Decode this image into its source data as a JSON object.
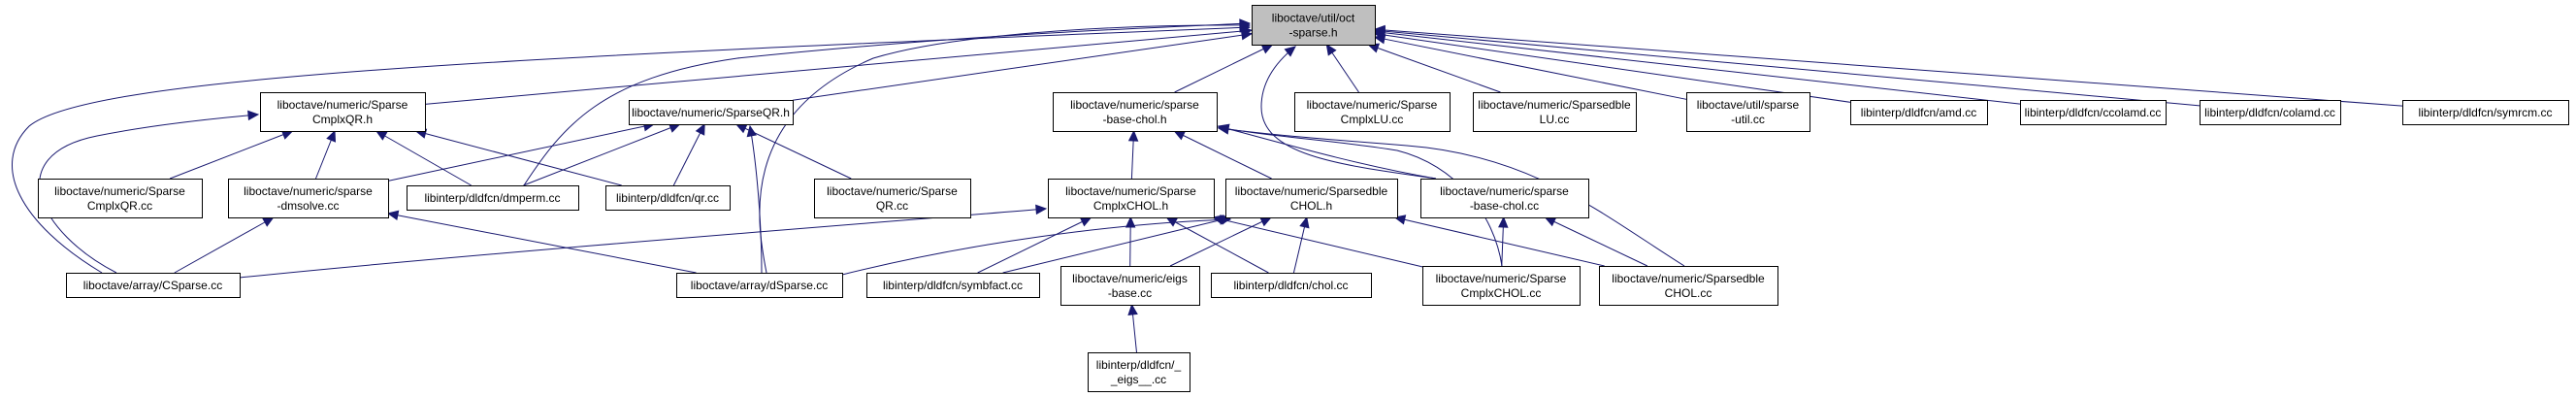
{
  "diagram": {
    "type": "include-dependency-graph",
    "root": "oct_sparse_h",
    "nodes": [
      {
        "id": "oct_sparse_h",
        "lines": [
          "liboctave/util/oct",
          "-sparse.h"
        ],
        "root": true
      },
      {
        "id": "SparseCmplxQR_h",
        "lines": [
          "liboctave/numeric/Sparse",
          "CmplxQR.h"
        ]
      },
      {
        "id": "SparseQR_h",
        "lines": [
          "liboctave/numeric/SparseQR.h"
        ]
      },
      {
        "id": "sparse_base_chol_h",
        "lines": [
          "liboctave/numeric/sparse",
          "-base-chol.h"
        ]
      },
      {
        "id": "SparseCmplxLU_cc",
        "lines": [
          "liboctave/numeric/Sparse",
          "CmplxLU.cc"
        ]
      },
      {
        "id": "SparsedbleLU_cc",
        "lines": [
          "liboctave/numeric/Sparsedble",
          "LU.cc"
        ]
      },
      {
        "id": "sparse_util_cc",
        "lines": [
          "liboctave/util/sparse",
          "-util.cc"
        ]
      },
      {
        "id": "amd_cc",
        "lines": [
          "libinterp/dldfcn/amd.cc"
        ]
      },
      {
        "id": "ccolamd_cc",
        "lines": [
          "libinterp/dldfcn/ccolamd.cc"
        ]
      },
      {
        "id": "colamd_cc",
        "lines": [
          "libinterp/dldfcn/colamd.cc"
        ]
      },
      {
        "id": "symrcm_cc",
        "lines": [
          "libinterp/dldfcn/symrcm.cc"
        ]
      },
      {
        "id": "SparseCmplxQR_cc",
        "lines": [
          "liboctave/numeric/Sparse",
          "CmplxQR.cc"
        ]
      },
      {
        "id": "sparse_dmsolve_cc",
        "lines": [
          "liboctave/numeric/sparse",
          "-dmsolve.cc"
        ]
      },
      {
        "id": "dmperm_cc",
        "lines": [
          "libinterp/dldfcn/dmperm.cc"
        ]
      },
      {
        "id": "qr_cc",
        "lines": [
          "libinterp/dldfcn/qr.cc"
        ]
      },
      {
        "id": "SparseQR_cc",
        "lines": [
          "liboctave/numeric/Sparse",
          "QR.cc"
        ]
      },
      {
        "id": "SparseCmplxCHOL_h",
        "lines": [
          "liboctave/numeric/Sparse",
          "CmplxCHOL.h"
        ]
      },
      {
        "id": "SparsedbleCHOL_h",
        "lines": [
          "liboctave/numeric/Sparsedble",
          "CHOL.h"
        ]
      },
      {
        "id": "sparse_base_chol_cc",
        "lines": [
          "liboctave/numeric/sparse",
          "-base-chol.cc"
        ]
      },
      {
        "id": "CSparse_cc",
        "lines": [
          "liboctave/array/CSparse.cc"
        ]
      },
      {
        "id": "dSparse_cc",
        "lines": [
          "liboctave/array/dSparse.cc"
        ]
      },
      {
        "id": "symbfact_cc",
        "lines": [
          "libinterp/dldfcn/symbfact.cc"
        ]
      },
      {
        "id": "eigs_base_cc",
        "lines": [
          "liboctave/numeric/eigs",
          "-base.cc"
        ]
      },
      {
        "id": "chol_cc",
        "lines": [
          "libinterp/dldfcn/chol.cc"
        ]
      },
      {
        "id": "SparseCmplxCHOL_cc",
        "lines": [
          "liboctave/numeric/Sparse",
          "CmplxCHOL.cc"
        ]
      },
      {
        "id": "SparsedbleCHOL_cc",
        "lines": [
          "liboctave/numeric/Sparsedble",
          "CHOL.cc"
        ]
      },
      {
        "id": "eigs_cc",
        "lines": [
          "libinterp/dldfcn/_",
          "_eigs__.cc"
        ]
      }
    ],
    "edges": [
      {
        "from": "SparseCmplxQR_h",
        "to": "oct_sparse_h"
      },
      {
        "from": "SparseQR_h",
        "to": "oct_sparse_h"
      },
      {
        "from": "sparse_base_chol_h",
        "to": "oct_sparse_h"
      },
      {
        "from": "SparseCmplxLU_cc",
        "to": "oct_sparse_h"
      },
      {
        "from": "SparsedbleLU_cc",
        "to": "oct_sparse_h"
      },
      {
        "from": "sparse_util_cc",
        "to": "oct_sparse_h"
      },
      {
        "from": "amd_cc",
        "to": "oct_sparse_h"
      },
      {
        "from": "ccolamd_cc",
        "to": "oct_sparse_h"
      },
      {
        "from": "colamd_cc",
        "to": "oct_sparse_h"
      },
      {
        "from": "symrcm_cc",
        "to": "oct_sparse_h"
      },
      {
        "from": "CSparse_cc",
        "to": "oct_sparse_h"
      },
      {
        "from": "dSparse_cc",
        "to": "oct_sparse_h"
      },
      {
        "from": "dmperm_cc",
        "to": "oct_sparse_h"
      },
      {
        "from": "sparse_base_chol_cc",
        "to": "oct_sparse_h"
      },
      {
        "from": "SparseCmplxQR_cc",
        "to": "SparseCmplxQR_h"
      },
      {
        "from": "sparse_dmsolve_cc",
        "to": "SparseCmplxQR_h"
      },
      {
        "from": "dmperm_cc",
        "to": "SparseCmplxQR_h"
      },
      {
        "from": "qr_cc",
        "to": "SparseCmplxQR_h"
      },
      {
        "from": "CSparse_cc",
        "to": "SparseCmplxQR_h"
      },
      {
        "from": "sparse_dmsolve_cc",
        "to": "SparseQR_h"
      },
      {
        "from": "dmperm_cc",
        "to": "SparseQR_h"
      },
      {
        "from": "qr_cc",
        "to": "SparseQR_h"
      },
      {
        "from": "dSparse_cc",
        "to": "SparseQR_h"
      },
      {
        "from": "SparseQR_cc",
        "to": "SparseQR_h"
      },
      {
        "from": "CSparse_cc",
        "to": "sparse_dmsolve_cc"
      },
      {
        "from": "dSparse_cc",
        "to": "sparse_dmsolve_cc"
      },
      {
        "from": "SparseCmplxCHOL_h",
        "to": "sparse_base_chol_h"
      },
      {
        "from": "SparsedbleCHOL_h",
        "to": "sparse_base_chol_h"
      },
      {
        "from": "sparse_base_chol_cc",
        "to": "sparse_base_chol_h"
      },
      {
        "from": "SparseCmplxCHOL_cc",
        "to": "sparse_base_chol_h"
      },
      {
        "from": "SparsedbleCHOL_cc",
        "to": "sparse_base_chol_h"
      },
      {
        "from": "CSparse_cc",
        "to": "SparseCmplxCHOL_h"
      },
      {
        "from": "symbfact_cc",
        "to": "SparseCmplxCHOL_h"
      },
      {
        "from": "eigs_base_cc",
        "to": "SparseCmplxCHOL_h"
      },
      {
        "from": "chol_cc",
        "to": "SparseCmplxCHOL_h"
      },
      {
        "from": "SparseCmplxCHOL_cc",
        "to": "SparseCmplxCHOL_h"
      },
      {
        "from": "dSparse_cc",
        "to": "SparsedbleCHOL_h"
      },
      {
        "from": "symbfact_cc",
        "to": "SparsedbleCHOL_h"
      },
      {
        "from": "eigs_base_cc",
        "to": "SparsedbleCHOL_h"
      },
      {
        "from": "chol_cc",
        "to": "SparsedbleCHOL_h"
      },
      {
        "from": "SparsedbleCHOL_cc",
        "to": "SparsedbleCHOL_h"
      },
      {
        "from": "SparseCmplxCHOL_cc",
        "to": "sparse_base_chol_cc"
      },
      {
        "from": "SparsedbleCHOL_cc",
        "to": "sparse_base_chol_cc"
      },
      {
        "from": "eigs_cc",
        "to": "eigs_base_cc"
      }
    ],
    "colors": {
      "edge": "#191970",
      "root_fill": "#bfbfbf",
      "node_fill": "#ffffff",
      "node_border": "#000000"
    }
  }
}
